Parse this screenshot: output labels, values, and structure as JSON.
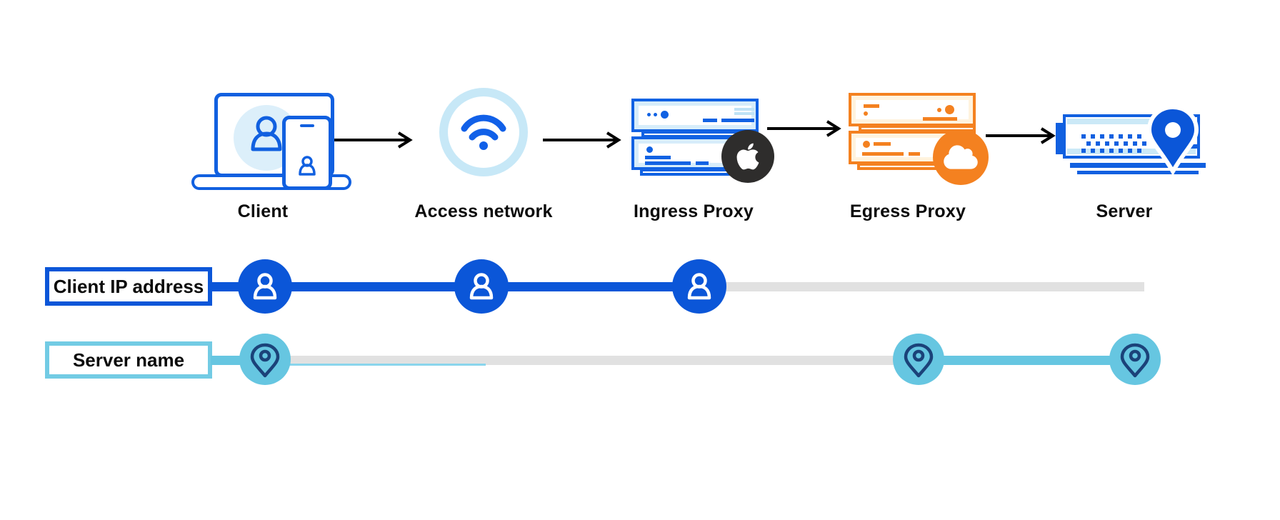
{
  "diagram": {
    "title_hint": "request flow with privacy relay proxies",
    "flow_nodes": [
      {
        "label": "Client",
        "icon": "laptop-phone-user-icon"
      },
      {
        "label": "Access network",
        "icon": "wifi-icon"
      },
      {
        "label": "Ingress Proxy",
        "icon": "server-stack-icon",
        "badge": "apple-logo"
      },
      {
        "label": "Egress Proxy",
        "icon": "server-stack-icon",
        "badge": "cloudflare-logo"
      },
      {
        "label": "Server",
        "icon": "server-location-pin-icon"
      }
    ],
    "arrows": {
      "count": 4,
      "style": "black line with open chevron head"
    },
    "tracks": [
      {
        "label": "Client IP address",
        "marker_icon": "user-icon",
        "color": "#0B56D8",
        "markers_under": [
          "Client",
          "Access network",
          "Ingress Proxy"
        ],
        "faded_segment": "after Ingress Proxy"
      },
      {
        "label": "Server name",
        "marker_icon": "location-pin-icon",
        "color": "#66C6E1",
        "markers_under": [
          "Client",
          "Egress Proxy",
          "Server"
        ],
        "faded_segment": "between Client and Egress Proxy"
      }
    ],
    "badges": [
      {
        "name": "apple-logo",
        "on": "Ingress Proxy",
        "circle_color": "#2E2D2C",
        "glyph_color": "#FFFFFF"
      },
      {
        "name": "cloudflare-logo",
        "on": "Egress Proxy",
        "circle_color": "#F48120",
        "glyph_color": "#FFFFFF"
      }
    ],
    "colors": {
      "primary_blue": "#0B56D8",
      "icon_stroke_blue": "#1160E0",
      "light_blue_fill": "#D7EDFA",
      "wifi_ring": "#C7E8F7",
      "sky_blue": "#66C6E1",
      "sky_border": "#72CBE4",
      "pin_navy": "#1B4279",
      "orange": "#F48120",
      "cream_fill": "#FFF3DE",
      "track_gray": "#E1E1E1",
      "arrow_black": "#000000"
    }
  }
}
